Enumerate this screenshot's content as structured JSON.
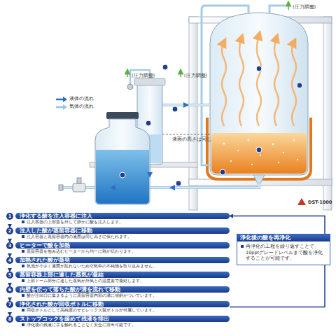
{
  "diagram": {
    "nodes": [
      {
        "text": [
          "浄化する酸を注入容器に注入",
          "注入容器の上部蓋を外して静かに酸を注入します。"
        ]
      },
      {
        "text": [
          "注入した酸が蒸留容器に移動",
          "注入容器と蒸留容器内の液面は同じ高さに保たれます。"
        ]
      },
      {
        "text": [
          "ヒーターで酸を加熱",
          "蒸留容器を包み込むヒーターから均一に熱が伝わります。"
        ]
      },
      {
        "text": [
          "加熱された酸が蒸発",
          "気泡が小さく液面が乱れないため空気中の不純物を取り込みません。"
        ]
      },
      {
        "text": [
          "蒸留容器上部に達した蒸気が凝結",
          "上部ドーム部分に達した蒸気が外気との温度差で凝結します。"
        ]
      },
      {
        "text": [
          "内壁を伝って落ちた酸が溝を流れて移動",
          "酸が注出口に集まるように蒸留容器内部の溝に傾斜がついています。"
        ]
      },
      {
        "text": [
          "浄化された酸が回収ボトルに移動",
          "回収ボトルとして高純度のサビレックス製ボトルが付属しています。"
        ]
      },
      {
        "text": [
          "ストップコックを緩めて残液を排出",
          "浄化後の残液に手を触れることなく安全に排出可能です。"
        ]
      },
      {
        "text": [
          "浄化後の酸を再浄化",
          "再浄化の工程を繰り返すことで、10pptグレードレベルまで酸を浄化することが可能です。"
        ]
      }
    ],
    "edges": [
      {
        "from": 0,
        "to": 1,
        "arrow": "to"
      },
      {
        "from": 1,
        "to": 2,
        "arrow": "to"
      },
      {
        "from": 2,
        "to": 3,
        "arrow": "to"
      },
      {
        "from": 3,
        "to": 4,
        "arrow": "to"
      },
      {
        "from": 4,
        "to": 5,
        "arrow": "to"
      },
      {
        "from": 5,
        "to": 6,
        "arrow": "to"
      },
      {
        "from": 6,
        "to": 7,
        "arrow": "to"
      },
      {
        "from": 6,
        "to": 8,
        "arrow": "none"
      },
      {
        "from": 8,
        "to": 0,
        "arrow": "to"
      }
    ],
    "labels": [
      "(圧力調整)",
      "(圧力調整)",
      "(圧力調整)",
      "液面の高さは同じ",
      "DST-1000",
      "1",
      "2",
      "3",
      "4",
      "5",
      "6",
      "7",
      "8"
    ],
    "legend": [
      {
        "text": "液体の流れ"
      },
      {
        "text": "気体の流れ"
      }
    ]
  }
}
